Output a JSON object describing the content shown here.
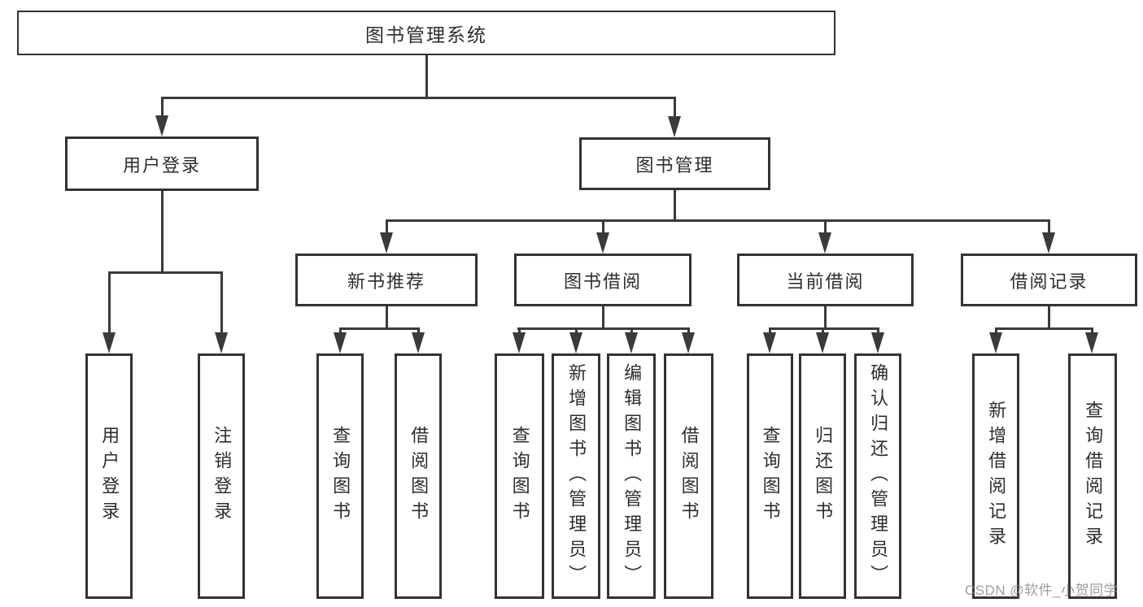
{
  "tree": {
    "root": {
      "label": "图书管理系统",
      "children": [
        {
          "label": "用户登录",
          "children": [
            {
              "label": "用户登录"
            },
            {
              "label": "注销登录"
            }
          ]
        },
        {
          "label": "图书管理",
          "children": [
            {
              "label": "新书推荐",
              "children": [
                {
                  "label": "查询图书"
                },
                {
                  "label": "借阅图书"
                }
              ]
            },
            {
              "label": "图书借阅",
              "children": [
                {
                  "label": "查询图书"
                },
                {
                  "label": "新增图书（管理员）"
                },
                {
                  "label": "编辑图书（管理员）"
                },
                {
                  "label": "借阅图书"
                }
              ]
            },
            {
              "label": "当前借阅",
              "children": [
                {
                  "label": "查询图书"
                },
                {
                  "label": "归还图书"
                },
                {
                  "label": "确认归还（管理员）"
                }
              ]
            },
            {
              "label": "借阅记录",
              "children": [
                {
                  "label": "新增借阅记录"
                },
                {
                  "label": "查询借阅记录"
                }
              ]
            }
          ]
        }
      ]
    }
  },
  "watermark": {
    "text": "CSDN @软件_小贺同学"
  },
  "colors": {
    "line": "#3a3a3a",
    "border": "#333333",
    "text": "#2d2d2d",
    "watermark": "#8c8c8c",
    "background": "#ffffff"
  }
}
